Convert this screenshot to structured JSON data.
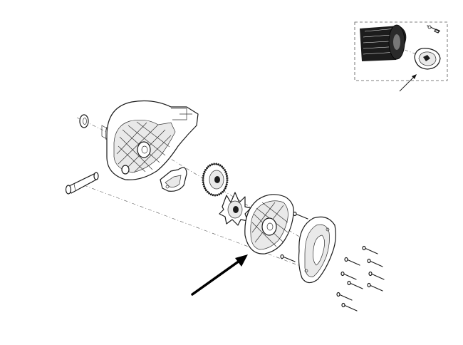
{
  "figure": {
    "background": "#ffffff",
    "line_color": "#1a1a1a",
    "parts": [
      {
        "id": "gearbox-housing"
      },
      {
        "id": "washer"
      },
      {
        "id": "axle-pin"
      },
      {
        "id": "bracket-plate"
      },
      {
        "id": "spur-gear"
      },
      {
        "id": "drive-cog"
      },
      {
        "id": "cover-plate"
      },
      {
        "id": "gasket-plate"
      },
      {
        "id": "screws"
      }
    ],
    "callouts": [
      {
        "id": "main-arrow"
      },
      {
        "id": "inset-arrow"
      }
    ],
    "inset": {
      "id": "brush-roll-inset",
      "border": "dashed"
    }
  }
}
